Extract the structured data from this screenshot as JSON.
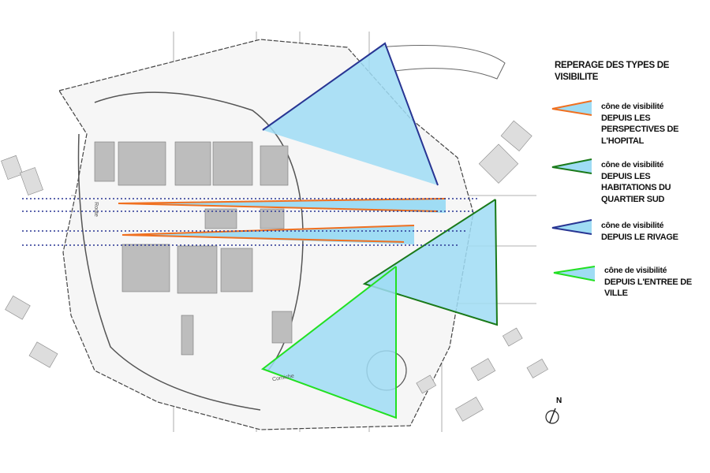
{
  "legend": {
    "title": "REPERAGE DES TYPES DE VISIBILITE",
    "items": [
      {
        "line1": "cône de visibilité",
        "line2": "DEPUIS LES PERSPECTIVES DE L'HOPITAL",
        "color": "#f07020"
      },
      {
        "line1": "cône de visibilité",
        "line2": "DEPUIS LES HABITATIONS DU QUARTIER SUD",
        "color": "#1a7a1a"
      },
      {
        "line1": "cône de visibilité",
        "line2": "DEPUIS LE RIVAGE",
        "color": "#283593"
      },
      {
        "line1": "cône de visibilité",
        "line2": "DEPUIS L'ENTREE DE VILLE",
        "color": "#22e022"
      }
    ]
  },
  "map": {
    "cone_fill": "#9fdcf4",
    "north_label": "N",
    "road_labels": [
      "Route",
      "Corniche"
    ]
  }
}
